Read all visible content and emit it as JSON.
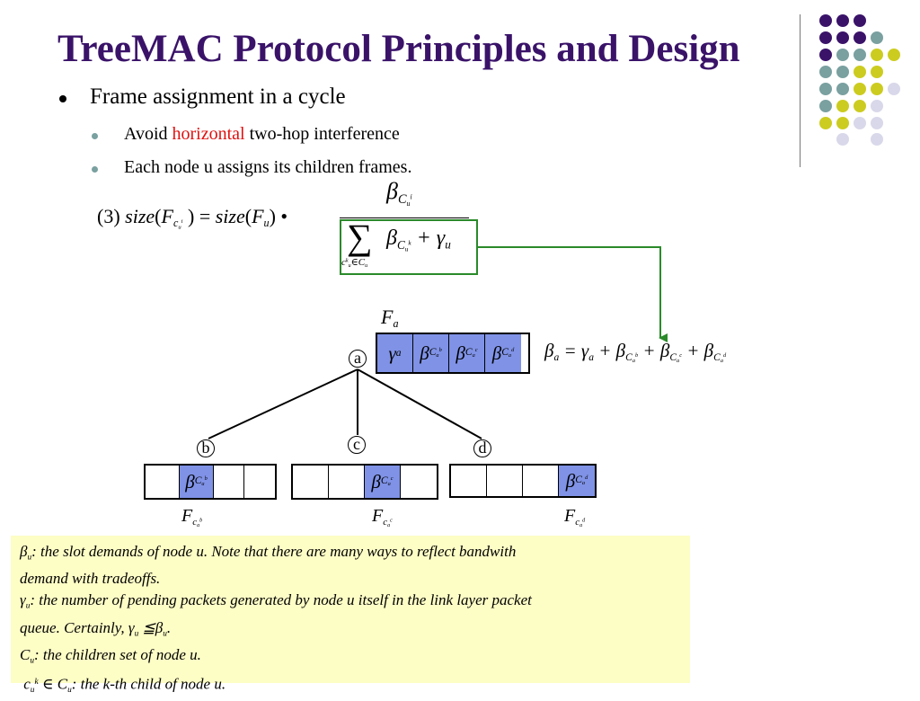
{
  "slide": {
    "title": "TreeMAC Protocol Principles and Design",
    "bullet1": "Frame assignment in a cycle",
    "bullet2_pre": "Avoid ",
    "bullet2_highlight": "horizontal",
    "bullet2_post": " two-hop interference",
    "bullet3": "Each node u assigns its children frames."
  },
  "formula": {
    "num": "(3)",
    "lhs_func": "size",
    "lhs_arg": "F",
    "lhs_sub": "c",
    "lhs_subsub": "u",
    "lhs_subsup": "i",
    "rhs_func": "size",
    "rhs_arg": "F",
    "rhs_sub": "u",
    "sum_symbol": "∑",
    "sum_limit": "c",
    "beta": "β",
    "gamma": "γ"
  },
  "diagram": {
    "frame_a_label": "F",
    "frame_a_sub": "a",
    "nodes": {
      "a": "a",
      "b": "b",
      "c": "c",
      "d": "d"
    },
    "frame_a_cells": [
      "γ",
      "β",
      "β",
      "β"
    ],
    "child_frame_cells": [
      "β",
      "β",
      "β"
    ],
    "beta_equation": "β",
    "frame_labels": [
      "F",
      "F",
      "F"
    ]
  },
  "legend": {
    "line1": ": the slot demands of node u. Note that there are many ways to reflect bandwith",
    "line2": "demand with tradeoffs.",
    "line3": ": the number of pending packets generated by node u itself in the link layer packet",
    "line4a": "queue. Certainly, ",
    "line4b": " ≦",
    "line5": ": the children set of node u.",
    "line6": ": the k-th child of node u."
  },
  "colors": {
    "title": "#3a1369",
    "accent_red": "#e01010",
    "highlight_cell": "#7f92e6",
    "formula_box": "#2a8a2a",
    "legend_bg": "#fdfdc6"
  }
}
